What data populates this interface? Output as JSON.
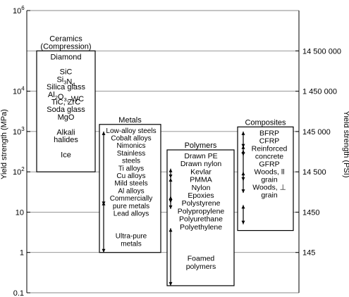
{
  "chart_data": {
    "type": "range",
    "ylabel_left": "Yield strength (MPa)",
    "ylabel_right": "Yield strength (PSI)",
    "yscale": "log",
    "ylim": [
      0.1,
      1000000
    ],
    "grid": true,
    "left_ticks": [
      {
        "value": 1000000,
        "base": "10",
        "exp": "6"
      },
      {
        "value": 10000,
        "base": "10",
        "exp": "4"
      },
      {
        "value": 1000,
        "base": "10",
        "exp": "3"
      },
      {
        "value": 100,
        "base": "10",
        "exp": "2"
      },
      {
        "value": 10,
        "base": "10",
        "exp": ""
      },
      {
        "value": 1,
        "base": "1",
        "exp": ""
      },
      {
        "value": 0.1,
        "base": "0.1",
        "exp": ""
      }
    ],
    "right_ticks": [
      {
        "value": 100000,
        "label": "14 500 000"
      },
      {
        "value": 10000,
        "label": "1 450 000"
      },
      {
        "value": 1000,
        "label": "145 000"
      },
      {
        "value": 100,
        "label": "14 500"
      },
      {
        "value": 10,
        "label": "1450"
      },
      {
        "value": 1,
        "label": "145"
      }
    ],
    "groups": [
      {
        "title": "Ceramics",
        "subtitle": "(Compression)",
        "range": [
          100,
          100000
        ],
        "items": [
          {
            "text": "Diamond"
          },
          {
            "text": ""
          },
          {
            "text": "SiC"
          },
          {
            "text": "Si3N4"
          },
          {
            "text": "Silica glass"
          },
          {
            "text": "Al2O3, WC"
          },
          {
            "text": "TiC, ZrC"
          },
          {
            "text": "Soda glass"
          },
          {
            "text": "MgO"
          },
          {
            "text": ""
          },
          {
            "text": "Alkali"
          },
          {
            "text": "halides"
          },
          {
            "text": ""
          },
          {
            "text": "Ice"
          }
        ],
        "ranges": []
      },
      {
        "title": "Metals",
        "subtitle": "",
        "range": [
          1,
          1500
        ],
        "items": [
          {
            "text": "Low-alloy steels"
          },
          {
            "text": "Cobalt alloys"
          },
          {
            "text": "Nimonics"
          },
          {
            "text": "Stainless"
          },
          {
            "text": "steels"
          },
          {
            "text": "Ti alloys"
          },
          {
            "text": "Cu alloys"
          },
          {
            "text": "Mild steels"
          },
          {
            "text": "Al alloys"
          },
          {
            "text": "Commercially"
          },
          {
            "text": "pure metals"
          },
          {
            "text": "Lead alloys"
          },
          {
            "text": ""
          },
          {
            "text": ""
          },
          {
            "text": "Ultra-pure"
          },
          {
            "text": "metals"
          }
        ],
        "ranges": [
          [
            15,
            1000
          ],
          [
            1,
            18
          ]
        ]
      },
      {
        "title": "Polymers",
        "subtitle": "",
        "range": [
          0.15,
          350
        ],
        "items": [
          {
            "text": "Drawn PE"
          },
          {
            "text": "Drawn nylon"
          },
          {
            "text": "Kevlar"
          },
          {
            "text": "PMMA"
          },
          {
            "text": "Nylon"
          },
          {
            "text": "Epoxies"
          },
          {
            "text": "Polystyrene"
          },
          {
            "text": "Polypropylene"
          },
          {
            "text": "Polyurethane"
          },
          {
            "text": "Polyethylene"
          },
          {
            "text": ""
          },
          {
            "text": ""
          },
          {
            "text": ""
          },
          {
            "text": "Foamed"
          },
          {
            "text": "polymers"
          }
        ],
        "ranges": [
          [
            70,
            120
          ],
          [
            17,
            70
          ],
          [
            12,
            25
          ],
          [
            0.15,
            4
          ]
        ]
      },
      {
        "title": "Composites",
        "subtitle": "",
        "range": [
          3.5,
          1300
        ],
        "items": [
          {
            "text": "BFRP"
          },
          {
            "text": "CFRP"
          },
          {
            "text": "Reinforced"
          },
          {
            "text": "concrete"
          },
          {
            "text": "GFRP"
          },
          {
            "text": "Woods, ll"
          },
          {
            "text": "grain"
          },
          {
            "text": "Woods, ⊥"
          },
          {
            "text": "grain"
          }
        ],
        "ranges": [
          [
            400,
            1000
          ],
          [
            250,
            450
          ],
          [
            60,
            350
          ],
          [
            30,
            100
          ],
          [
            5,
            15
          ]
        ]
      }
    ]
  }
}
